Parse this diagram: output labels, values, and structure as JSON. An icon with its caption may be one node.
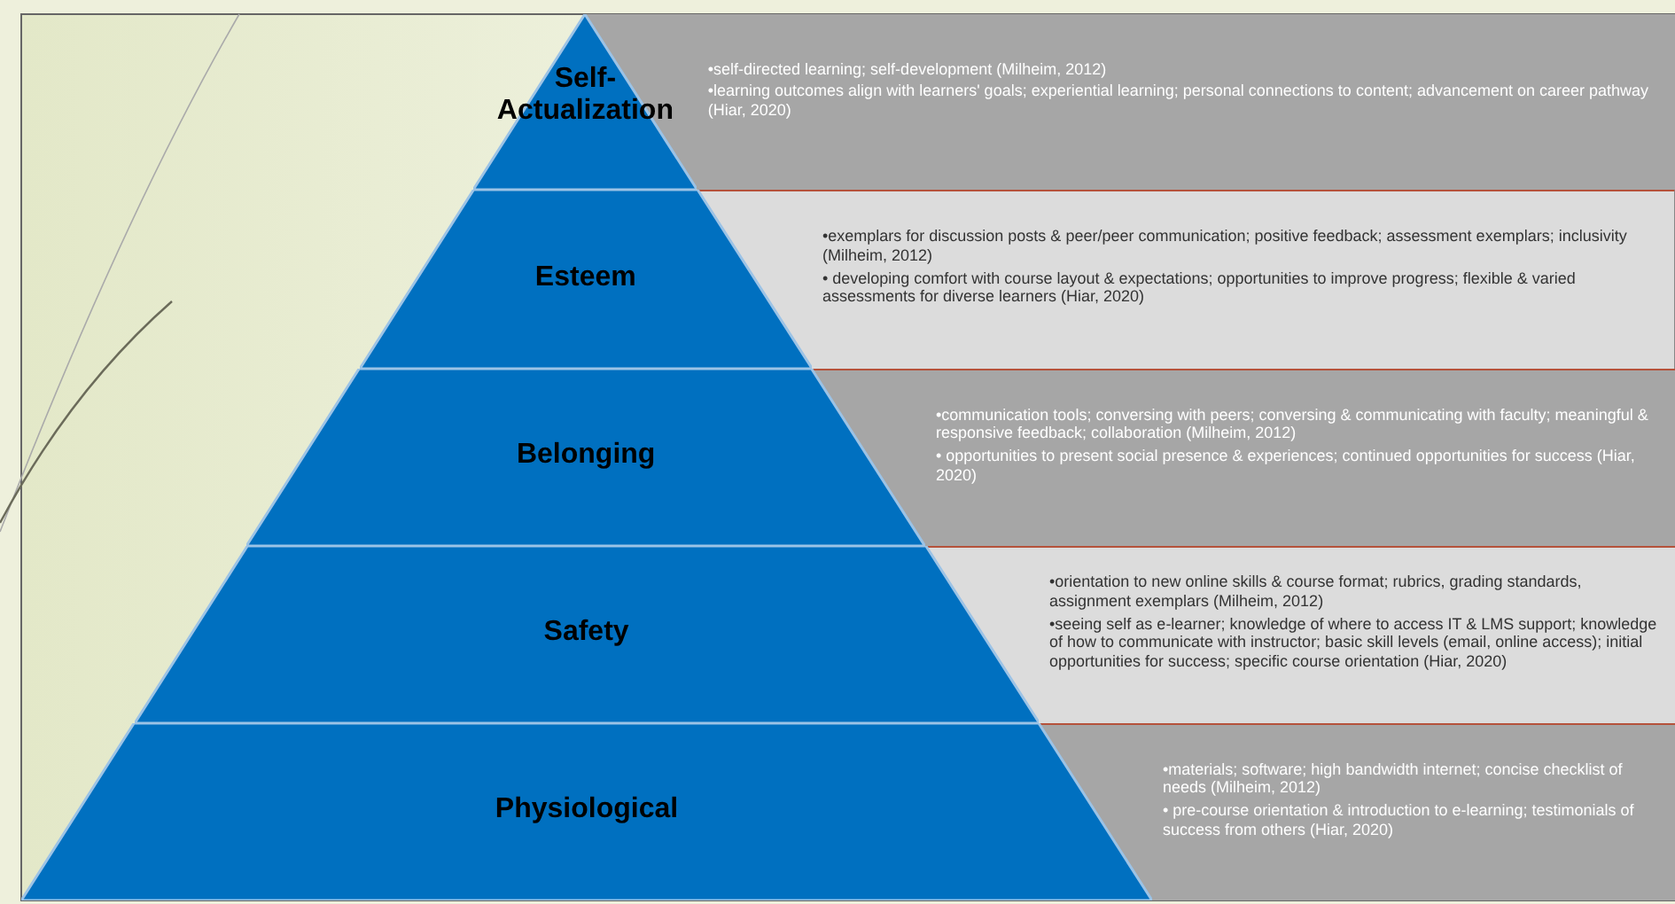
{
  "diagram": {
    "nodes": [
      {
        "text": [
          "Self-Actualization"
        ]
      },
      {
        "text": [
          "•self-directed learning; self-development (Milheim, 2012)",
          "•learning outcomes align with learners' goals; experiential learning; personal connections to content; advancement on career pathway (Hiar, 2020)"
        ]
      },
      {
        "text": [
          "Esteem"
        ]
      },
      {
        "text": [
          "•exemplars for discussion posts & peer/peer communication; positive feedback; assessment exemplars; inclusivity (Milheim, 2012)",
          "• developing comfort with course layout & expectations; opportunities to improve progress; flexible & varied assessments for diverse learners (Hiar, 2020)"
        ]
      },
      {
        "text": [
          "Belonging"
        ]
      },
      {
        "text": [
          "•communication tools; conversing with peers; conversing & communicating with faculty; meaningful & responsive feedback; collaboration (Milheim, 2012)",
          "• opportunities to present social presence & experiences; continued opportunities for success (Hiar, 2020)"
        ]
      },
      {
        "text": [
          "Safety"
        ]
      },
      {
        "text": [
          "•orientation to new online skills & course format; rubrics, grading standards, assignment exemplars (Milheim, 2012)",
          "•seeing self as e-learner; knowledge of where to access IT & LMS support; knowledge of how to communicate with instructor; basic skill levels (email, online access); initial opportunities for success; specific course orientation (Hiar, 2020)"
        ]
      },
      {
        "text": [
          "Physiological"
        ]
      },
      {
        "text": [
          "•materials; software; high bandwidth internet; concise checklist of needs (Milheim, 2012)",
          "• pre-course orientation & introduction to e-learning; testimonials of success from others (Hiar, 2020)"
        ]
      }
    ]
  }
}
